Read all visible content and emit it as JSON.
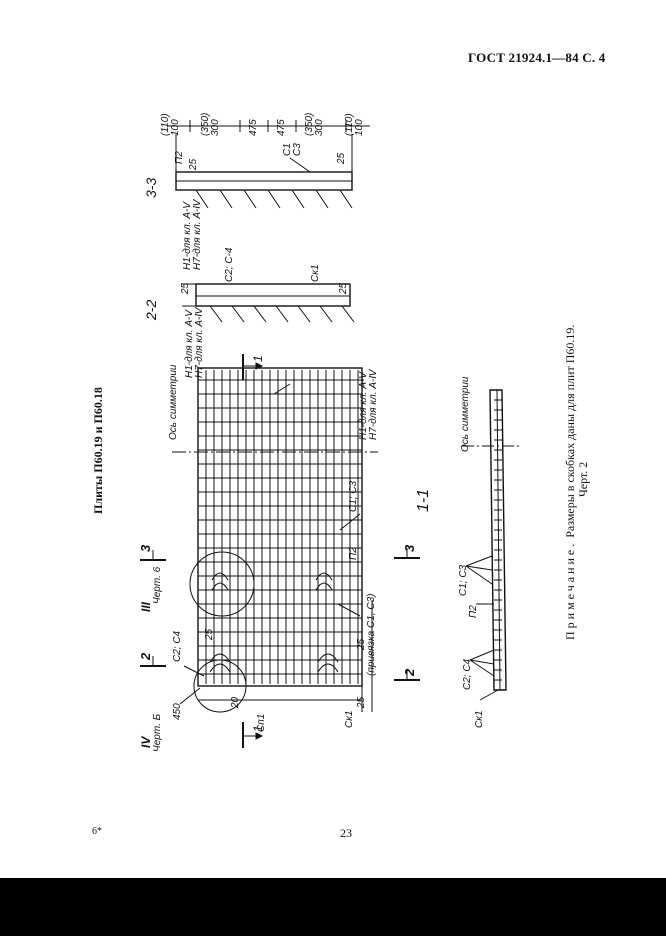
{
  "header": {
    "code": "ГОСТ 21924.1—84 С. 4"
  },
  "title": "Плиты П60.19 и П60.18",
  "note": {
    "lead": "Примечание.",
    "text": "Размеры в скобках даны для плит П60.19."
  },
  "figure_caption": "Черт. 2",
  "footer": {
    "page_number": "23",
    "sheet_mark": "6*"
  },
  "drawing": {
    "section_labels": {
      "s1": "1-1",
      "s2": "2-2",
      "s3": "3-3"
    },
    "cut_marks": {
      "one": "1",
      "two": "2",
      "three": "3"
    },
    "detail_refs": {
      "iii": "III",
      "iv": "IV",
      "chert_b": "Черт. Б",
      "chert_6": "Черт. 6"
    },
    "callouts": {
      "c2c4": "С2; С4",
      "c1c3": "С1; С3",
      "c1": "С1",
      "c3": "С3",
      "c2_dash_c4": "С2; С-4",
      "p2": "П2",
      "sk1": "Ск1",
      "sp1": "Сп1",
      "axis": "Ось симметрии",
      "n1": "Н1-для кл. А-Ⅴ",
      "n7": "Н7-для кл. А-Ⅳ",
      "privyazka": "(привязка С1, С3)"
    },
    "dims": {
      "d450": "450",
      "d20": "20",
      "d25": "25",
      "d100": "100",
      "d110": "(110)",
      "d300": "300",
      "d350": "(350)",
      "d475": "475"
    }
  }
}
